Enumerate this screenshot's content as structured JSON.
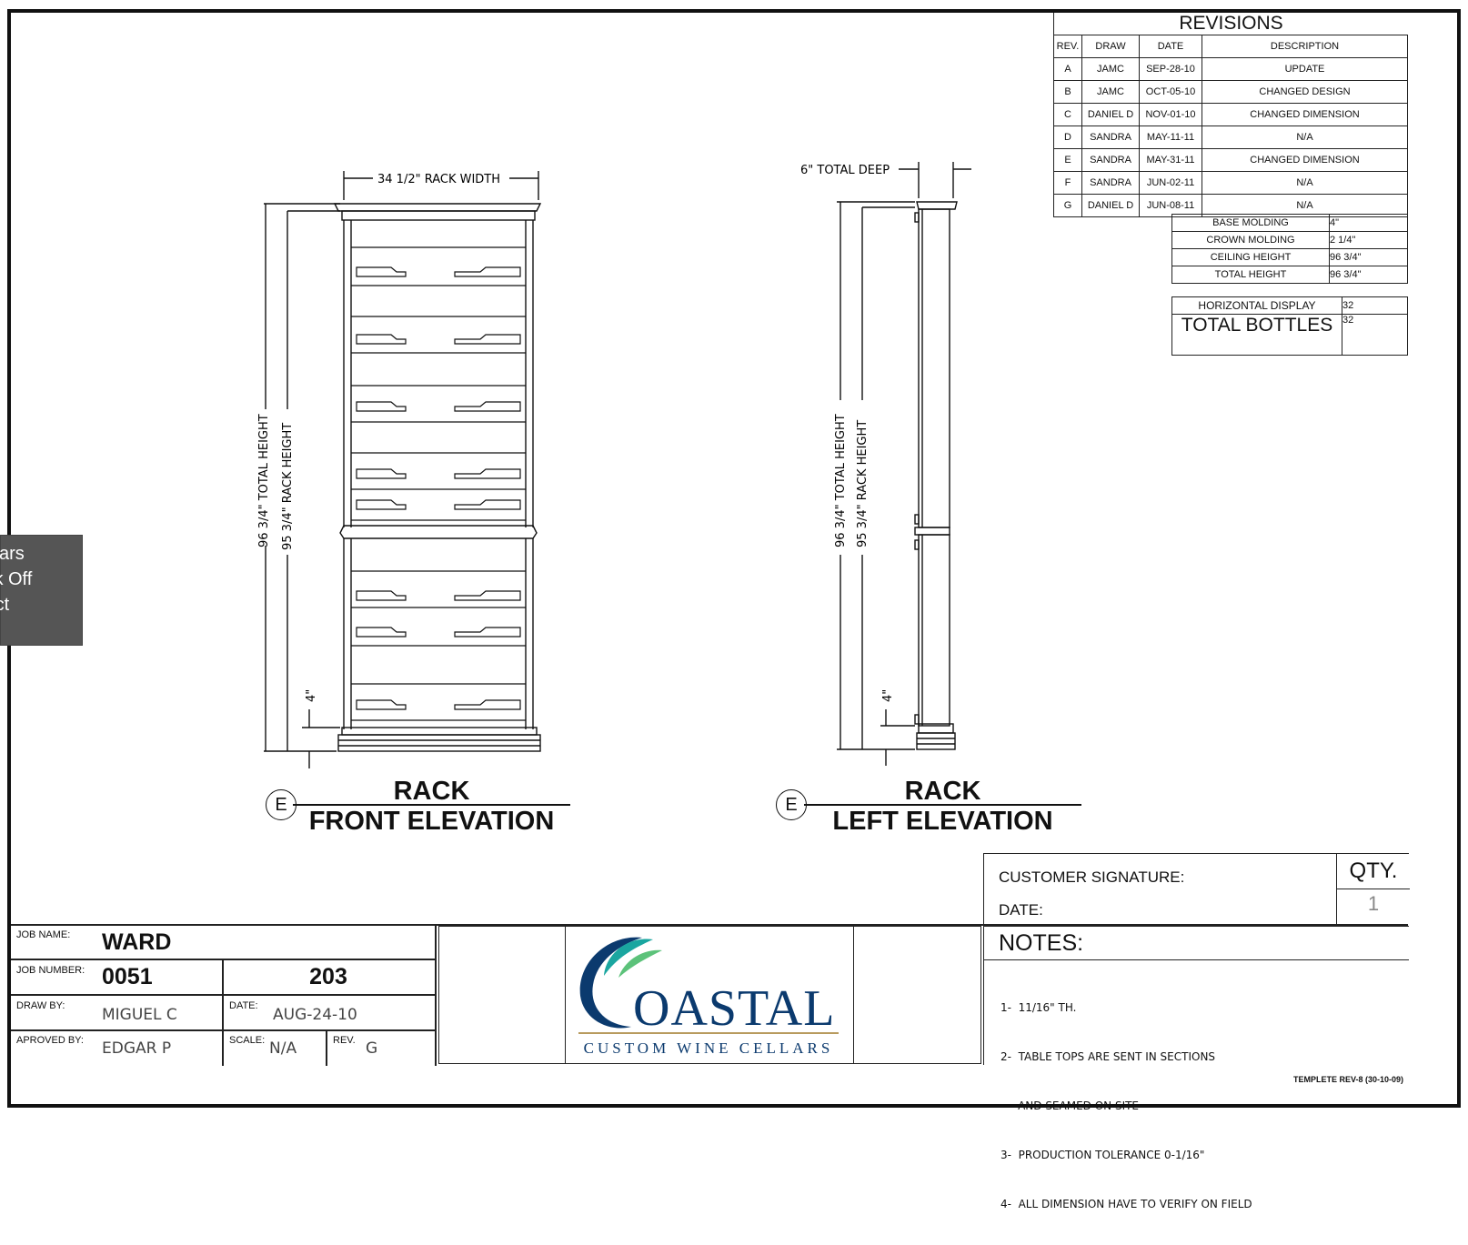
{
  "revisions": {
    "title": "REVISIONS",
    "headers": [
      "REV.",
      "DRAW",
      "DATE",
      "DESCRIPTION"
    ],
    "rows": [
      [
        "A",
        "JAMC",
        "SEP-28-10",
        "UPDATE"
      ],
      [
        "B",
        "JAMC",
        "OCT-05-10",
        "CHANGED DESIGN"
      ],
      [
        "C",
        "DANIEL D",
        "NOV-01-10",
        "CHANGED DIMENSION"
      ],
      [
        "D",
        "SANDRA",
        "MAY-11-11",
        "N/A"
      ],
      [
        "E",
        "SANDRA",
        "MAY-31-11",
        "CHANGED DIMENSION"
      ],
      [
        "F",
        "SANDRA",
        "JUN-02-11",
        "N/A"
      ],
      [
        "G",
        "DANIEL D",
        "JUN-08-11",
        "N/A"
      ]
    ]
  },
  "specs": [
    [
      "BASE MOLDING",
      "4\""
    ],
    [
      "CROWN MOLDING",
      "2 1/4\""
    ],
    [
      "CEILING HEIGHT",
      "96 3/4\""
    ],
    [
      "TOTAL HEIGHT",
      "96 3/4\""
    ]
  ],
  "display": {
    "horizontal_label": "HORIZONTAL DISPLAY",
    "horizontal_value": "32",
    "total_label": "TOTAL BOTTLES",
    "total_value": "32"
  },
  "front": {
    "width_dim": "34 1/2\" RACK WIDTH",
    "total_height": "96 3/4\" TOTAL HEIGHT",
    "rack_height": "95 3/4\" RACK HEIGHT",
    "base_dim": "4\"",
    "marker": "E",
    "title1": "RACK",
    "title2": "FRONT ELEVATION"
  },
  "left": {
    "depth_dim": "6\" TOTAL DEEP",
    "total_height": "96 3/4\" TOTAL HEIGHT",
    "rack_height": "95 3/4\" RACK HEIGHT",
    "base_dim": "4\"",
    "marker": "E",
    "title1": "RACK",
    "title2": "LEFT ELEVATION"
  },
  "tooltip": {
    "line1": "ellars",
    "line2": "ick Off",
    "line3": "ject"
  },
  "customer": {
    "signature_label": "CUSTOMER SIGNATURE:",
    "date_label": "DATE:",
    "qty_label": "QTY.",
    "qty_value": "1"
  },
  "notes": {
    "title": "NOTES:",
    "lines": [
      "1-  11/16\" TH.",
      "2-  TABLE TOPS ARE SENT IN SECTIONS",
      "     AND SEAMED ON SITE",
      "3-  PRODUCTION TOLERANCE 0-1/16\"",
      "4-  ALL DIMENSION HAVE TO VERIFY ON FIELD"
    ]
  },
  "titleblock": {
    "job_name_label": "JOB NAME:",
    "job_name": "WARD",
    "job_number_label": "JOB NUMBER:",
    "job_number": "0051",
    "sheet": "203",
    "draw_by_label": "DRAW BY:",
    "draw_by": "MIGUEL C",
    "date_label": "DATE:",
    "date": "AUG-24-10",
    "approved_label": "APROVED BY:",
    "approved": "EDGAR P",
    "scale_label": "SCALE:",
    "scale": "N/A",
    "rev_label": "REV.",
    "rev": "G"
  },
  "logo": {
    "name": "OASTAL",
    "tagline": "CUSTOM WINE CELLARS",
    "colors": {
      "blue": "#0b3a6e",
      "teal": "#1aa6a0",
      "green": "#5cc27a"
    }
  },
  "footer": "TEMPLETE REV-8 (30-10-09)"
}
